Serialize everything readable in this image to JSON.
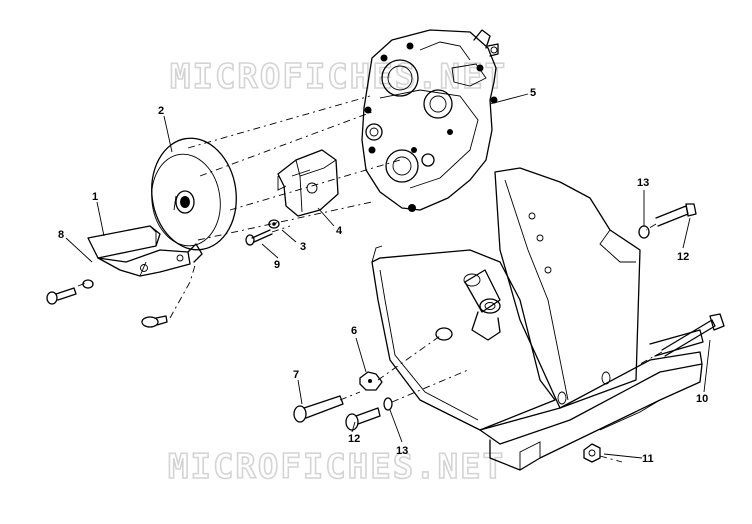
{
  "watermarks": [
    "MICROFICHES.NET",
    "MICROFICHES.NET"
  ],
  "parts": [
    {
      "id": "p1",
      "label": "1"
    },
    {
      "id": "p2",
      "label": "2"
    },
    {
      "id": "p3",
      "label": "3"
    },
    {
      "id": "p4",
      "label": "4"
    },
    {
      "id": "p5",
      "label": "5"
    },
    {
      "id": "p6",
      "label": "6"
    },
    {
      "id": "p7",
      "label": "7"
    },
    {
      "id": "p8",
      "label": "8"
    },
    {
      "id": "p9",
      "label": "9"
    },
    {
      "id": "p10",
      "label": "10"
    },
    {
      "id": "p11",
      "label": "11"
    },
    {
      "id": "p12a",
      "label": "12"
    },
    {
      "id": "p12b",
      "label": "12"
    },
    {
      "id": "p13a",
      "label": "13"
    },
    {
      "id": "p13b",
      "label": "13"
    }
  ]
}
